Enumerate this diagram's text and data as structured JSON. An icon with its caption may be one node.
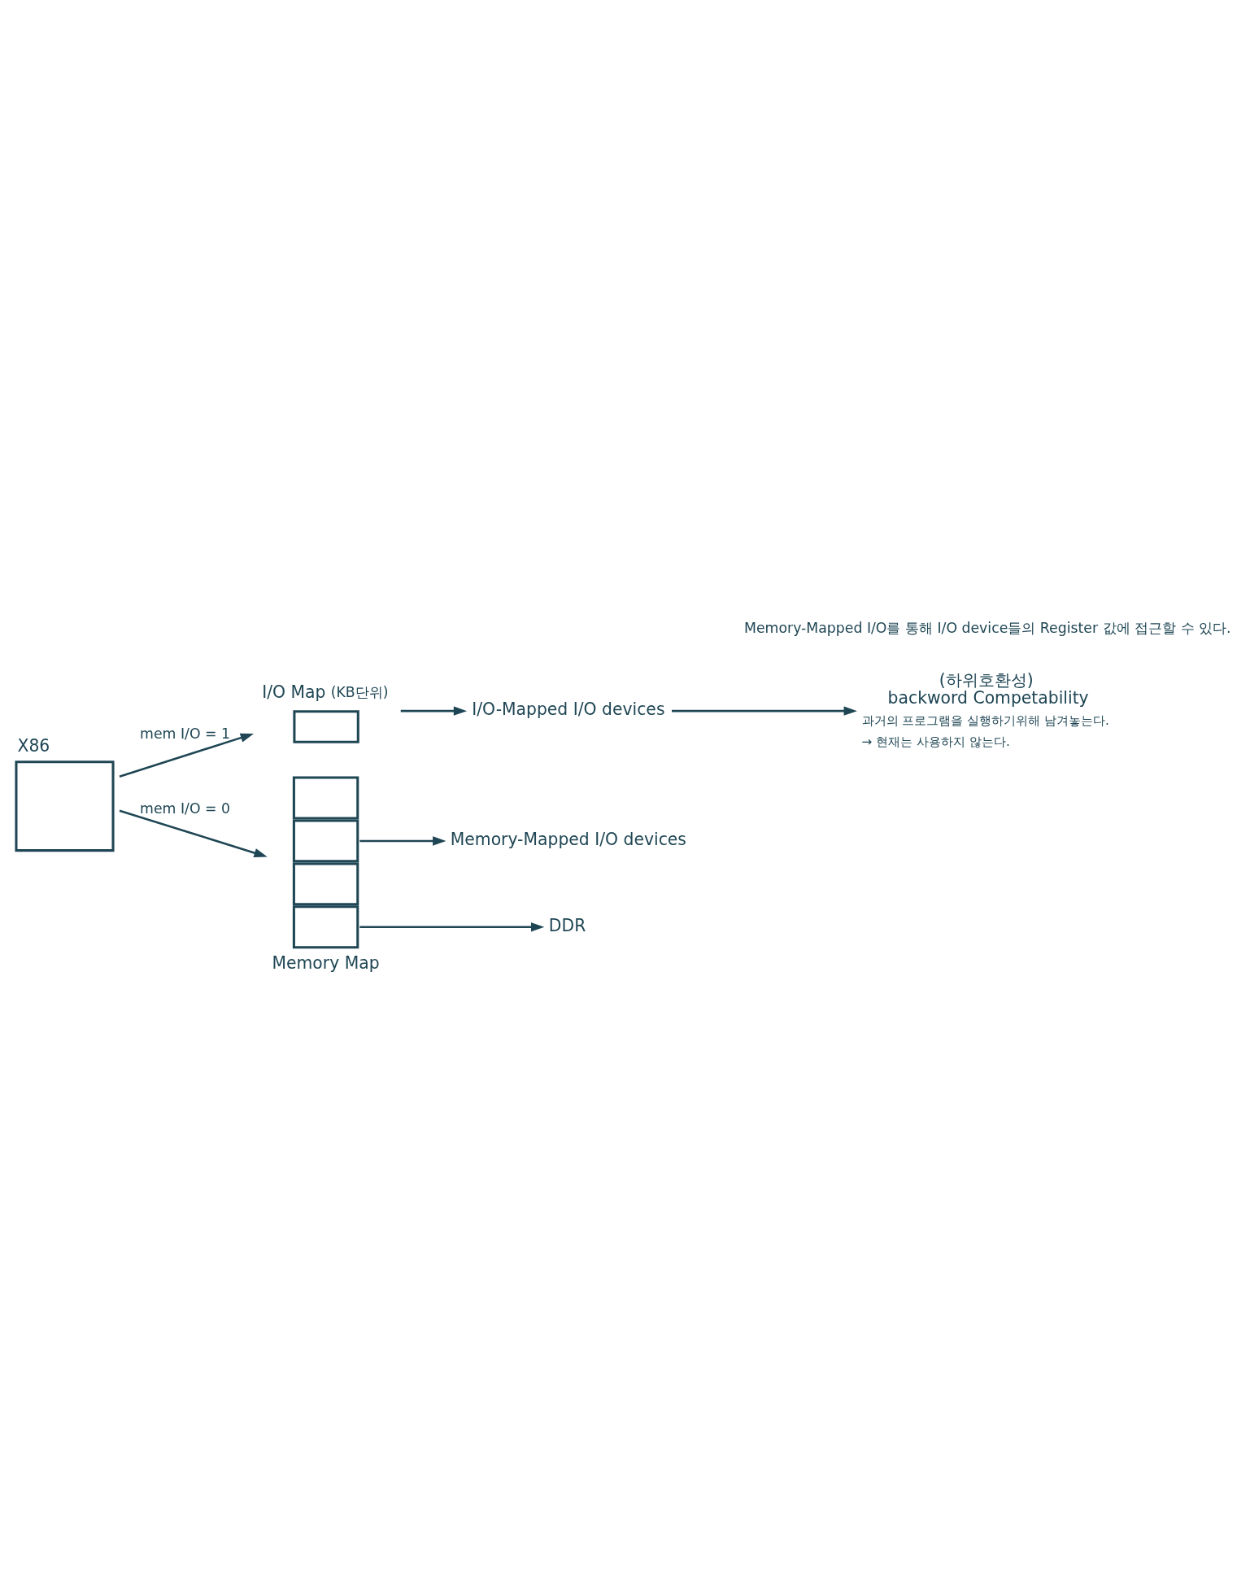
{
  "diagram": {
    "nodes": [
      {
        "text": [
          "X86"
        ]
      },
      {
        "text": [
          "I/O Map"
        ],
        "beside": [
          "(KB단위)"
        ]
      },
      {
        "text": [
          "(하위호환성)",
          "backword Competability"
        ],
        "beside": [
          "과거의 프로그램을 실행하기위해 남겨놓는다.",
          "→ 현재는 사용하지 않는다."
        ]
      },
      {
        "text": [
          "I/O-Mapped I/O devices"
        ]
      },
      {
        "text": [
          "Memory Map"
        ]
      },
      {
        "text": [
          "Memory-Mapped I/O devices"
        ]
      },
      {
        "text": [
          "DDR"
        ]
      }
    ],
    "edges": [
      {
        "from": 0,
        "to": 1,
        "arrow": "to",
        "label": "mem I/O = 1"
      },
      {
        "from": 0,
        "to": 4,
        "arrow": "to",
        "label": "mem I/O = 0"
      },
      {
        "from": 1,
        "to": 3,
        "arrow": "to"
      },
      {
        "from": 3,
        "to": 2,
        "arrow": "to"
      },
      {
        "from": 4,
        "to": 5,
        "arrow": "to"
      },
      {
        "from": 4,
        "to": 6,
        "arrow": "to"
      }
    ],
    "labels": [
      "Memory-Mapped I/O를 통해 I/O device들의 Register 값에 접근할 수 있다."
    ]
  }
}
